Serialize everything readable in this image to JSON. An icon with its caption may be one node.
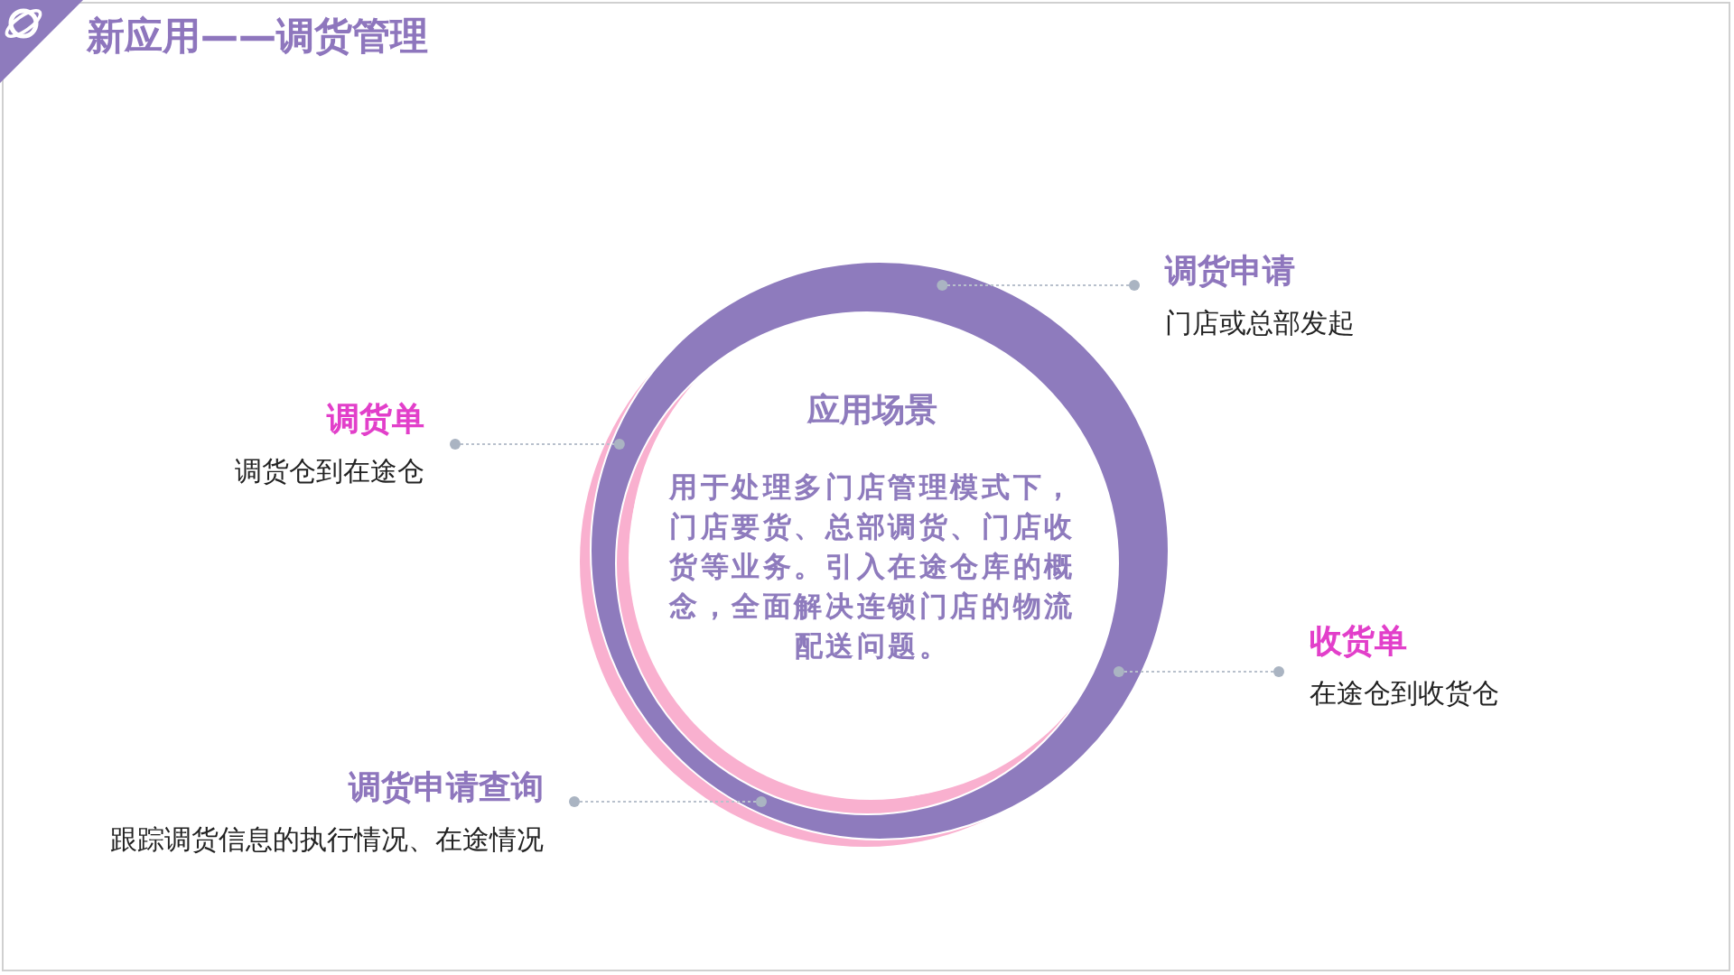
{
  "diagram": {
    "title": "新应用——调货管理",
    "nodes": [
      {
        "text": [
          "应用场景",
          "用于处理多门店管理模式下，门店要货、总部调货、门店收货等业务。引入在途仓库的概念，全面解决连锁门店的物流配送问题。"
        ]
      },
      {
        "text": [
          "调货申请",
          "门店或总部发起"
        ]
      },
      {
        "text": [
          "调货单",
          "调货仓到在途仓"
        ]
      },
      {
        "text": [
          "收货单",
          "在途仓到收货仓"
        ]
      },
      {
        "text": [
          "调货申请查询",
          "跟踪调货信息的执行情况、在途情况"
        ]
      }
    ],
    "edges": [
      {
        "from": 1,
        "to": 0,
        "arrow": "other"
      },
      {
        "from": 2,
        "to": 0,
        "arrow": "other"
      },
      {
        "from": 3,
        "to": 0,
        "arrow": "other"
      },
      {
        "from": 4,
        "to": 0,
        "arrow": "other"
      }
    ]
  }
}
